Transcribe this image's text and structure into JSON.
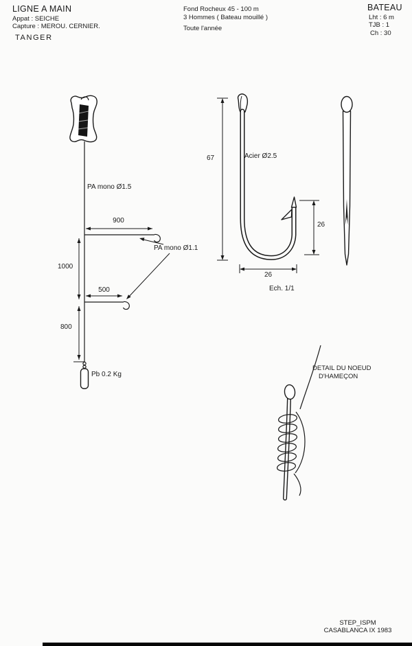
{
  "page": {
    "paper": "#fbfbfa",
    "ink": "#1a1a1a"
  },
  "header": {
    "left": {
      "title": "LIGNE A MAIN",
      "appat": "Appat : SEICHE",
      "capture": "Capture : MEROU. CERNIER.",
      "port": "TANGER"
    },
    "center": {
      "ground": "Fond Rocheux  45 - 100 m",
      "crew": "3 Hommes ( Bateau mouillé )",
      "season": "Toute l'année"
    },
    "right": {
      "title": "BATEAU",
      "lht": "Lht : 6 m",
      "tjb": "TJB : 1",
      "ch": "Ch : 30"
    }
  },
  "rig": {
    "main_line": "PA mono Ø1.5",
    "snood_line": "PA mono Ø1.1",
    "dim_900": "900",
    "dim_1000": "1000",
    "dim_500": "500",
    "dim_800": "800",
    "sinker": "Pb 0.2 Kg"
  },
  "hook": {
    "dim_height": "67",
    "material": "Acier Ø2.5",
    "dim_gap": "26",
    "dim_width": "26",
    "scale": "Ech. 1/1"
  },
  "knot": {
    "title_line1": "DETAIL DU NOEUD",
    "title_line2": "D'HAMEÇON"
  },
  "footer": {
    "org": "STEP_ISPM",
    "place_date": "CASABLANCA IX 1983"
  }
}
